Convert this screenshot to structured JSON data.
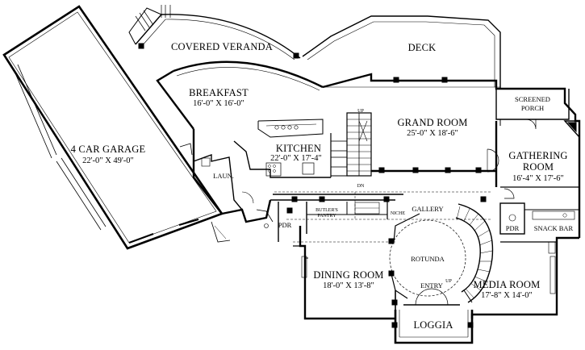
{
  "rooms": {
    "garage": {
      "name": "4 CAR GARAGE",
      "dims": "22'-0\" X 49'-0\""
    },
    "veranda": {
      "name": "COVERED VERANDA"
    },
    "deck": {
      "name": "DECK"
    },
    "breakfast": {
      "name": "BREAKFAST",
      "dims": "16'-0\" X 16'-0\""
    },
    "kitchen": {
      "name": "KITCHEN",
      "dims": "22'-0\" X 17'-4\""
    },
    "grand": {
      "name": "GRAND ROOM",
      "dims": "25'-0\" X 18'-6\""
    },
    "screened_line1": "SCREENED",
    "screened_line2": "PORCH",
    "gathering_line1": "GATHERING",
    "gathering_line2": "ROOM",
    "gathering_dims": "16'-4\" X 17'-6\"",
    "laundry": "LAUN.",
    "gallery": "GALLERY",
    "butlers_line1": "BUTLER'S",
    "butlers_line2": "PANTRY",
    "niche": "NICHE",
    "pdr_left": "PDR",
    "pdr_right": "PDR",
    "snack_bar": "SNACK BAR",
    "rotunda": "ROTUNDA",
    "dining": {
      "name": "DINING ROOM",
      "dims": "18'-0\" X 13'-8\""
    },
    "entry": "ENTRY",
    "media": {
      "name": "MEDIA ROOM",
      "dims": "17'-8\" X 14'-0\""
    },
    "loggia": "LOGGIA"
  },
  "stairs": {
    "up_main": "UP",
    "dn_main": "DN",
    "up_rotunda": "UP"
  }
}
